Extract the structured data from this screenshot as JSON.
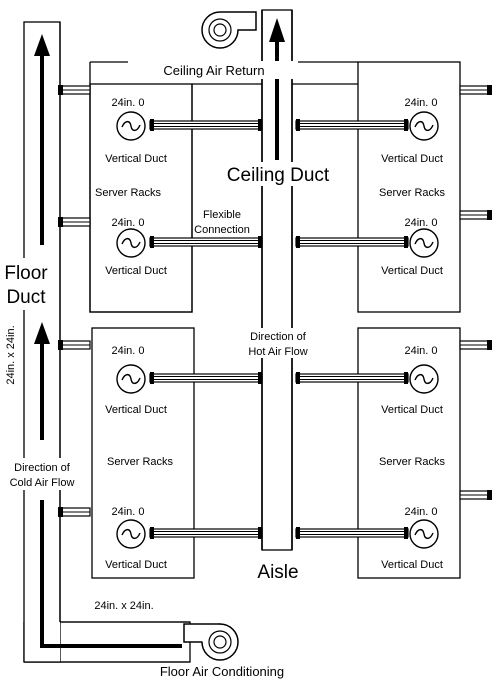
{
  "labels": {
    "ceiling_air_return": "Ceiling Air Return",
    "ceiling_duct": "Ceiling Duct",
    "floor_duct_line1": "Floor",
    "floor_duct_line2": "Duct",
    "floor_duct_size": "24in. x 24in.",
    "bottom_duct_size": "24in. x 24in.",
    "flexible_connection_line1": "Flexible",
    "flexible_connection_line2": "Connection",
    "hot_air_line1": "Direction of",
    "hot_air_line2": "Hot Air Flow",
    "cold_air_line1": "Direction of",
    "cold_air_line2": "Cold Air Flow",
    "aisle": "Aisle",
    "floor_air_conditioning": "Floor Air Conditioning"
  },
  "racks": {
    "top_left": {
      "duct_size_1": "24in. 0",
      "vertical_duct_1": "Vertical Duct",
      "server_racks": "Server Racks",
      "duct_size_2": "24in. 0",
      "vertical_duct_2": "Vertical Duct"
    },
    "top_right": {
      "duct_size_1": "24in. 0",
      "vertical_duct_1": "Vertical Duct",
      "server_racks": "Server Racks",
      "duct_size_2": "24in. 0",
      "vertical_duct_2": "Vertical Duct"
    },
    "bottom_left": {
      "duct_size_1": "24in. 0",
      "vertical_duct_1": "Vertical Duct",
      "server_racks": "Server Racks",
      "duct_size_2": "24in. 0",
      "vertical_duct_2": "Vertical Duct"
    },
    "bottom_right": {
      "duct_size_1": "24in. 0",
      "vertical_duct_1": "Vertical Duct",
      "server_racks": "Server Racks",
      "duct_size_2": "24in. 0",
      "vertical_duct_2": "Vertical Duct"
    }
  },
  "colors": {
    "line": "#000000",
    "background": "#ffffff"
  }
}
